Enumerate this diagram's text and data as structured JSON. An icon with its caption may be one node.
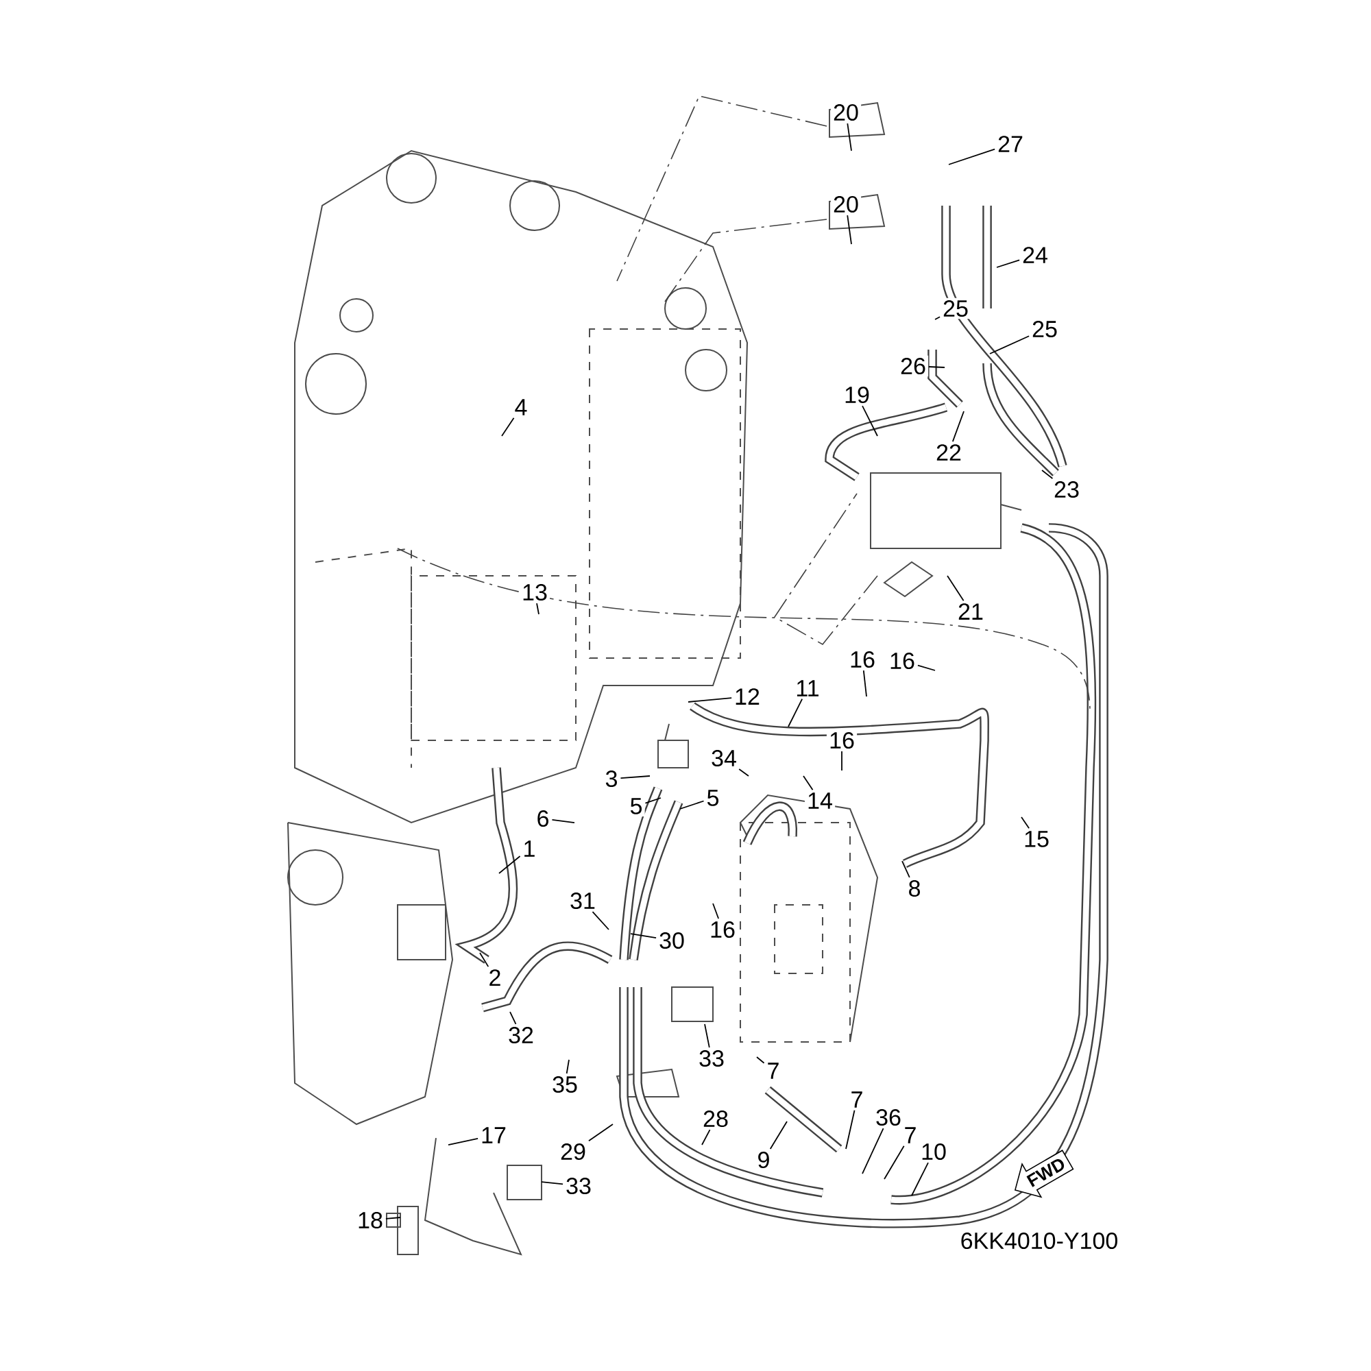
{
  "diagram": {
    "nodes": [
      {
        "text": [
          "20"
        ]
      },
      {
        "text": [
          "27"
        ]
      },
      {
        "text": [
          "20"
        ]
      },
      {
        "text": [
          "24"
        ]
      },
      {
        "text": [
          "25"
        ]
      },
      {
        "text": [
          "25"
        ]
      },
      {
        "text": [
          "26"
        ]
      },
      {
        "text": [
          "19"
        ]
      },
      {
        "text": [
          "4"
        ]
      },
      {
        "text": [
          "22"
        ]
      },
      {
        "text": [
          "23"
        ]
      },
      {
        "text": [
          "21"
        ]
      },
      {
        "text": [
          "13"
        ]
      },
      {
        "text": [
          "16"
        ]
      },
      {
        "text": [
          "16"
        ]
      },
      {
        "text": [
          "11"
        ]
      },
      {
        "text": [
          "12"
        ]
      },
      {
        "text": [
          "16"
        ]
      },
      {
        "text": [
          "34"
        ]
      },
      {
        "text": [
          "3"
        ]
      },
      {
        "text": [
          "5"
        ]
      },
      {
        "text": [
          "5"
        ]
      },
      {
        "text": [
          "14"
        ]
      },
      {
        "text": [
          "6"
        ]
      },
      {
        "text": [
          "15"
        ]
      },
      {
        "text": [
          "1"
        ]
      },
      {
        "text": [
          "8"
        ]
      },
      {
        "text": [
          "31"
        ]
      },
      {
        "text": [
          "16"
        ]
      },
      {
        "text": [
          "30"
        ]
      },
      {
        "text": [
          "2"
        ]
      },
      {
        "text": [
          "32"
        ]
      },
      {
        "text": [
          "33"
        ]
      },
      {
        "text": [
          "7"
        ]
      },
      {
        "text": [
          "35"
        ]
      },
      {
        "text": [
          "7"
        ]
      },
      {
        "text": [
          "36"
        ]
      },
      {
        "text": [
          "7"
        ]
      },
      {
        "text": [
          "17"
        ]
      },
      {
        "text": [
          "28"
        ]
      },
      {
        "text": [
          "9"
        ]
      },
      {
        "text": [
          "10"
        ]
      },
      {
        "text": [
          "29"
        ]
      },
      {
        "text": [
          "33"
        ]
      },
      {
        "text": [
          "18"
        ]
      },
      {
        "text": [
          "FWD"
        ]
      }
    ],
    "edges": [
      {
        "from": 0,
        "to": null,
        "arrow": "none"
      },
      {
        "from": 1,
        "to": null,
        "arrow": "none"
      },
      {
        "from": 2,
        "to": null,
        "arrow": "none"
      },
      {
        "from": 3,
        "to": null,
        "arrow": "none"
      },
      {
        "from": 4,
        "to": null,
        "arrow": "none"
      },
      {
        "from": 5,
        "to": null,
        "arrow": "none"
      },
      {
        "from": 6,
        "to": null,
        "arrow": "none"
      },
      {
        "from": 7,
        "to": null,
        "arrow": "none"
      },
      {
        "from": 8,
        "to": null,
        "arrow": "none"
      },
      {
        "from": 9,
        "to": null,
        "arrow": "none"
      },
      {
        "from": 10,
        "to": null,
        "arrow": "none"
      },
      {
        "from": 11,
        "to": null,
        "arrow": "none"
      },
      {
        "from": 12,
        "to": null,
        "arrow": "none"
      },
      {
        "from": 13,
        "to": null,
        "arrow": "none"
      },
      {
        "from": 14,
        "to": null,
        "arrow": "none"
      },
      {
        "from": 15,
        "to": null,
        "arrow": "none"
      },
      {
        "from": 16,
        "to": null,
        "arrow": "none"
      },
      {
        "from": 17,
        "to": null,
        "arrow": "none"
      },
      {
        "from": 18,
        "to": null,
        "arrow": "none"
      },
      {
        "from": 19,
        "to": null,
        "arrow": "none"
      },
      {
        "from": 20,
        "to": null,
        "arrow": "none"
      },
      {
        "from": 21,
        "to": null,
        "arrow": "none"
      },
      {
        "from": 22,
        "to": null,
        "arrow": "none"
      },
      {
        "from": 23,
        "to": null,
        "arrow": "none"
      },
      {
        "from": 24,
        "to": null,
        "arrow": "none"
      },
      {
        "from": 25,
        "to": null,
        "arrow": "none"
      },
      {
        "from": 26,
        "to": null,
        "arrow": "none"
      },
      {
        "from": 27,
        "to": null,
        "arrow": "none"
      },
      {
        "from": 28,
        "to": null,
        "arrow": "none"
      },
      {
        "from": 29,
        "to": null,
        "arrow": "none"
      },
      {
        "from": 30,
        "to": null,
        "arrow": "none"
      },
      {
        "from": 31,
        "to": null,
        "arrow": "none"
      },
      {
        "from": 32,
        "to": null,
        "arrow": "none"
      },
      {
        "from": 33,
        "to": null,
        "arrow": "none"
      },
      {
        "from": 34,
        "to": null,
        "arrow": "none"
      },
      {
        "from": 35,
        "to": null,
        "arrow": "none"
      },
      {
        "from": 36,
        "to": null,
        "arrow": "none"
      },
      {
        "from": 37,
        "to": null,
        "arrow": "none"
      },
      {
        "from": 38,
        "to": null,
        "arrow": "none"
      },
      {
        "from": 39,
        "to": null,
        "arrow": "none"
      },
      {
        "from": 40,
        "to": null,
        "arrow": "none"
      },
      {
        "from": 41,
        "to": null,
        "arrow": "none"
      },
      {
        "from": 42,
        "to": null,
        "arrow": "none"
      },
      {
        "from": 43,
        "to": null,
        "arrow": "none"
      },
      {
        "from": 44,
        "to": null,
        "arrow": "none"
      }
    ],
    "labels": [
      "6KK4010-Y100"
    ]
  }
}
